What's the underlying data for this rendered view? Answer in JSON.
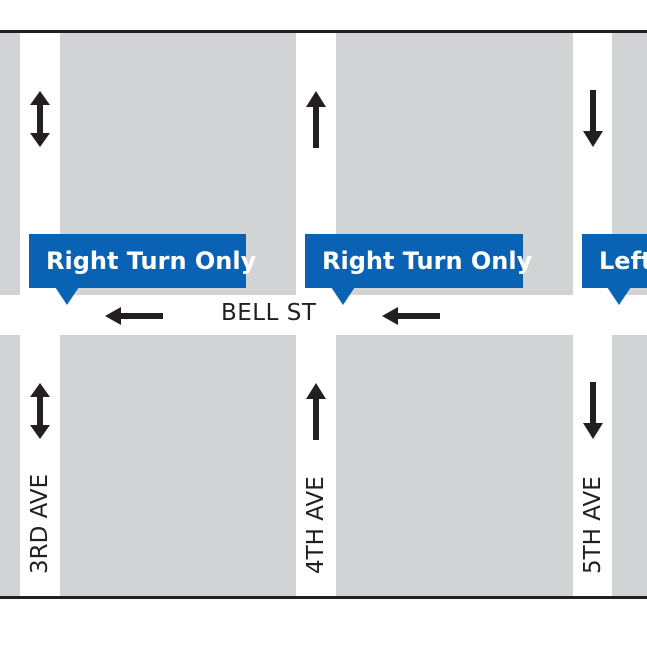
{
  "map": {
    "streets": {
      "horizontal": {
        "name": "BELL ST",
        "direction": "westbound"
      },
      "avenues": [
        {
          "name": "3RD AVE",
          "direction": "two-way"
        },
        {
          "name": "4TH AVE",
          "direction": "northbound"
        },
        {
          "name": "5TH AVE",
          "direction": "southbound"
        }
      ]
    },
    "signs": [
      {
        "label": "Right Turn Only",
        "avenue": "3RD AVE"
      },
      {
        "label": "Right Turn Only",
        "avenue": "4TH AVE"
      },
      {
        "label": "Left",
        "avenue": "5TH AVE"
      }
    ],
    "colors": {
      "block": "#d1d3d4",
      "road": "#ffffff",
      "sign": "#0a62b4",
      "ink": "#231f20"
    }
  }
}
